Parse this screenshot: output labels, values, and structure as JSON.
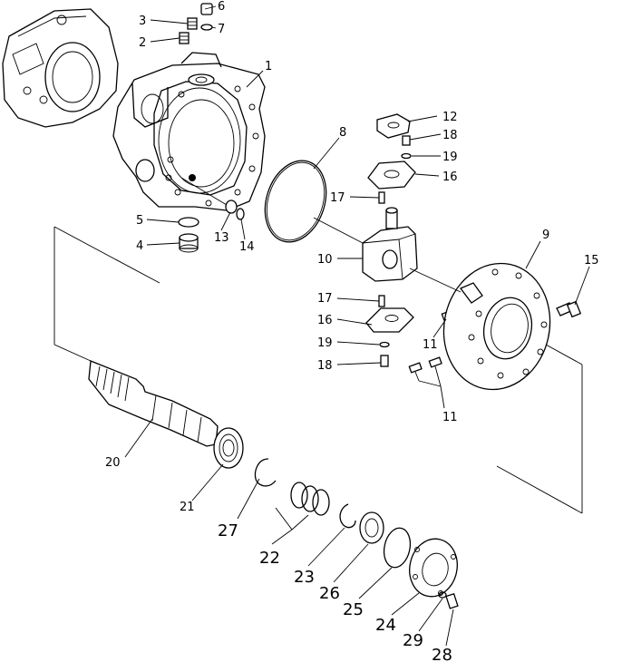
{
  "diagram": {
    "callouts": {
      "c1": "1",
      "c2": "2",
      "c3": "3",
      "c4": "4",
      "c5": "5",
      "c6": "6",
      "c7": "7",
      "c8": "8",
      "c9": "9",
      "c10": "10",
      "c11a": "11",
      "c11b": "11",
      "c12": "12",
      "c13": "13",
      "c14": "14",
      "c15": "15",
      "c16a": "16",
      "c16b": "16",
      "c17a": "17",
      "c17b": "17",
      "c18a": "18",
      "c18b": "18",
      "c19a": "19",
      "c19b": "19",
      "c20": "20",
      "c21": "21",
      "c22": "22",
      "c23": "23",
      "c24": "24",
      "c25": "25",
      "c26": "26",
      "c27": "27",
      "c28": "28",
      "c29": "29"
    }
  }
}
